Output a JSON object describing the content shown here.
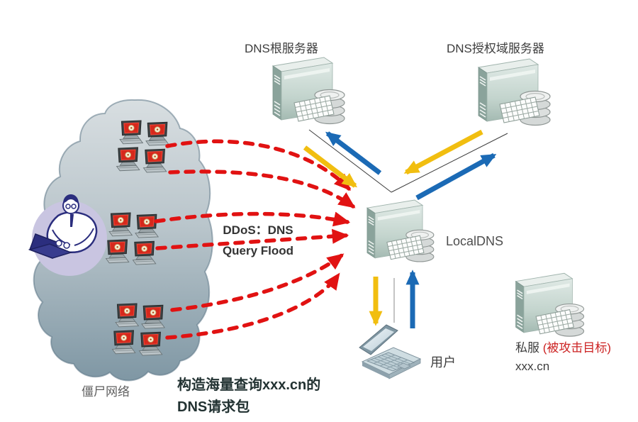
{
  "nodes": {
    "dns_root": {
      "label": "DNS根服务器",
      "icon": "server-with-database-icon"
    },
    "dns_auth": {
      "label": "DNS授权域服务器",
      "icon": "server-with-database-icon"
    },
    "local_dns": {
      "label": "LocalDNS",
      "icon": "server-with-database-icon"
    },
    "user": {
      "label": "用户",
      "icon": "laptop-icon"
    },
    "private_server": {
      "name": "私服 ",
      "target_note": "(被攻击目标)",
      "domain": "xxx.cn",
      "icon": "server-with-database-icon"
    },
    "botnet": {
      "label": "僵尸网络",
      "icon": "botnet-cloud-with-infected-computers"
    }
  },
  "annotations": {
    "attack_type_line1": "DDoS：DNS",
    "attack_type_line2": "Query Flood",
    "caption_line1": "构造海量查询xxx.cn的",
    "caption_line2": "DNS请求包"
  },
  "icons": {
    "hacker": "hacker-at-laptop-icon",
    "zombie_pc": "infected-computer-icon",
    "attack_arrow": "red-dashed-arrow",
    "query_arrow": "blue-solid-arrow",
    "response_arrow": "yellow-solid-arrow"
  },
  "colors": {
    "attack_arrow_red": "#e11212",
    "dns_response_yellow": "#f1be10",
    "dns_query_blue": "#1b6ab5",
    "target_text_red": "#cc2222",
    "cloud_top": "#d8dee1",
    "cloud_bottom": "#7f97a4"
  }
}
